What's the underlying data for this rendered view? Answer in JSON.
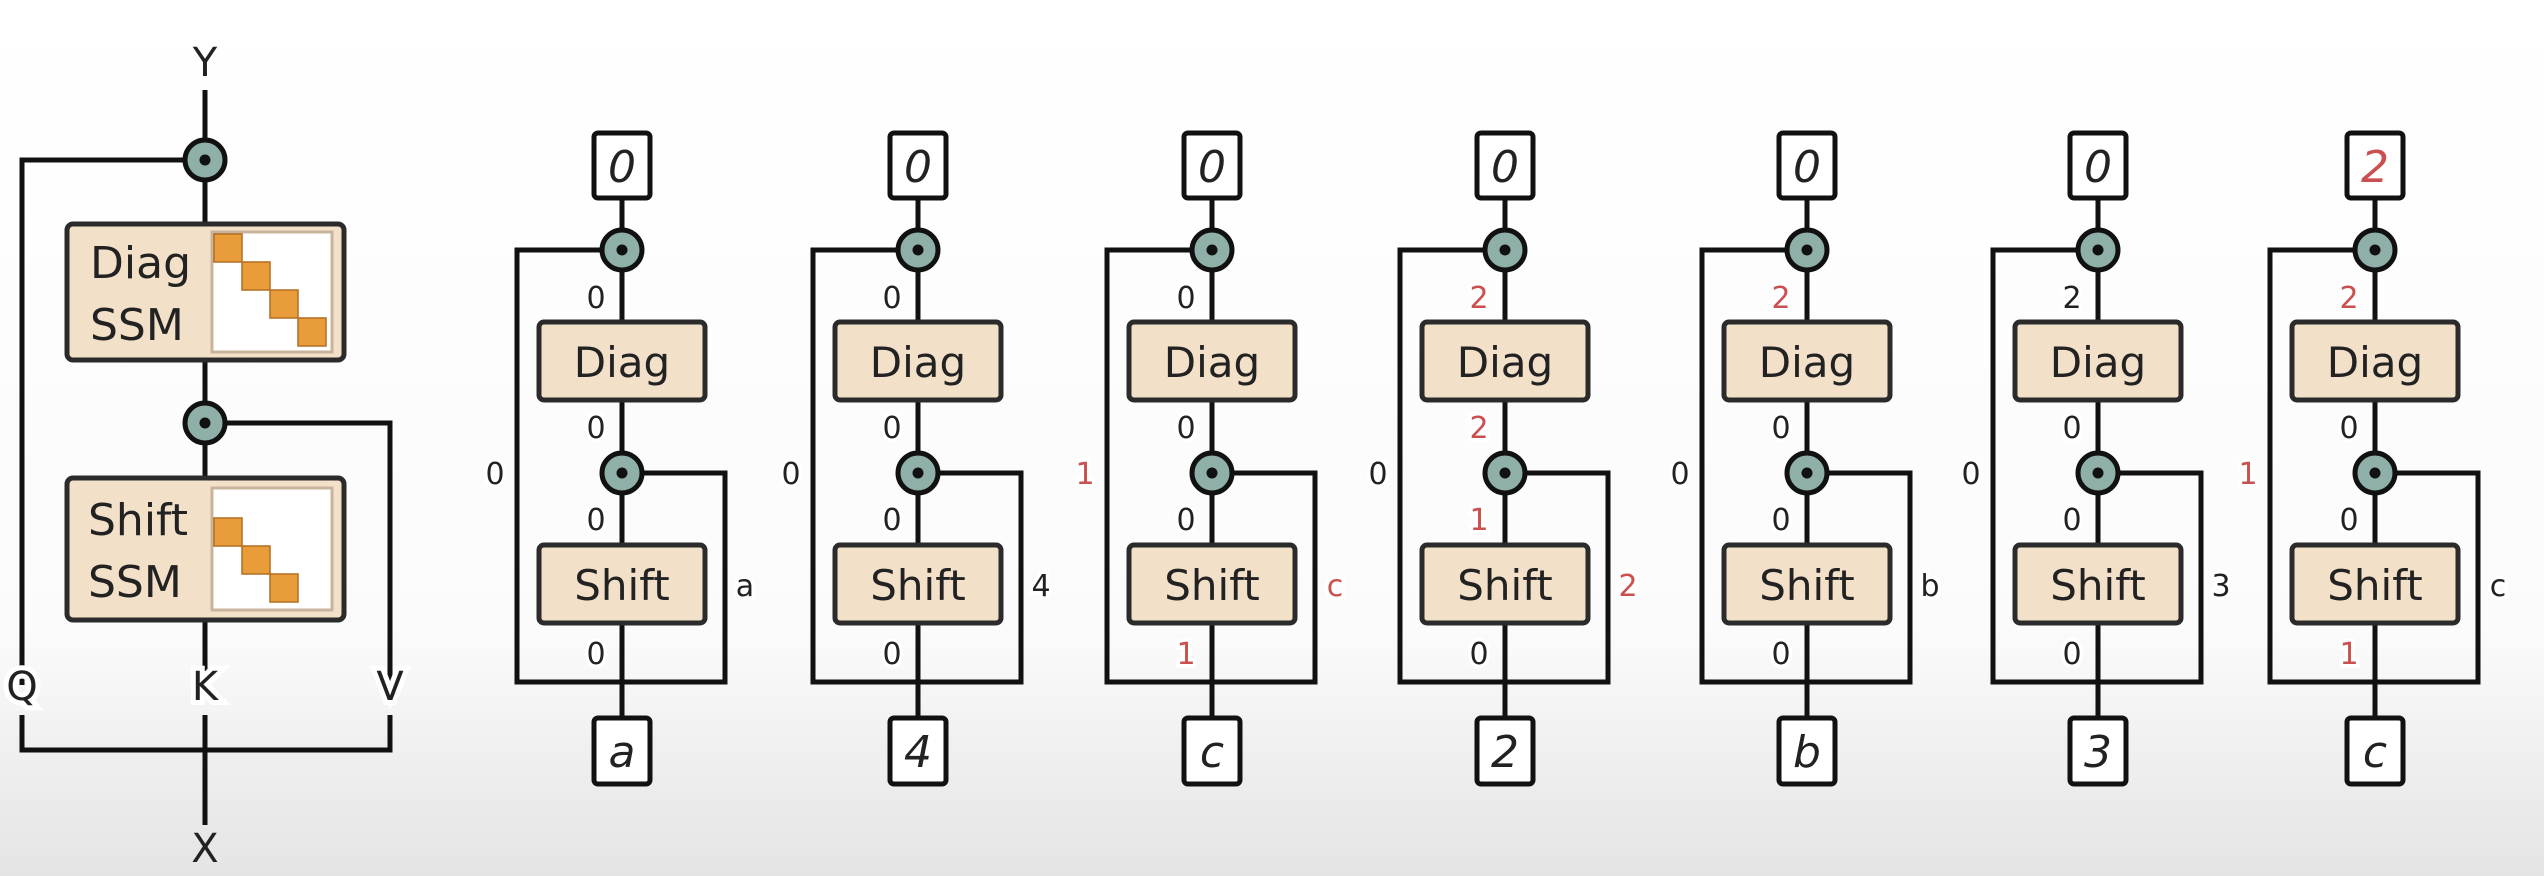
{
  "colors": {
    "line": "#111111",
    "box_fill": "#f3e0c9",
    "box_stroke": "#2b2b2b",
    "node_fill": "#8fb0a8",
    "accent": "#c9504f",
    "matrix_cell": "#e89d3a",
    "matrix_bg": "#ffffff",
    "text": "#222222"
  },
  "overview": {
    "output_label": "Y",
    "input_label": "X",
    "q_label": "Q",
    "k_label": "K",
    "v_label": "V",
    "diag_line1": "Diag",
    "diag_line2": "SSM",
    "shift_line1": "Shift",
    "shift_line2": "SSM"
  },
  "steps": [
    {
      "output": "0",
      "output_highlight": false,
      "input": "a",
      "q": "0",
      "q_highlight": false,
      "v": "a",
      "v_highlight": false,
      "diag_in": "0",
      "diag_in_highlight": false,
      "diag_out": "0",
      "diag_out_highlight": false,
      "shift_in": "0",
      "shift_in_highlight": false,
      "shift_out": "0",
      "shift_out_highlight": false,
      "diag_label": "Diag",
      "shift_label": "Shift"
    },
    {
      "output": "0",
      "output_highlight": false,
      "input": "4",
      "q": "0",
      "q_highlight": false,
      "v": "4",
      "v_highlight": false,
      "diag_in": "0",
      "diag_in_highlight": false,
      "diag_out": "0",
      "diag_out_highlight": false,
      "shift_in": "0",
      "shift_in_highlight": false,
      "shift_out": "0",
      "shift_out_highlight": false,
      "diag_label": "Diag",
      "shift_label": "Shift"
    },
    {
      "output": "0",
      "output_highlight": false,
      "input": "c",
      "q": "1",
      "q_highlight": true,
      "v": "c",
      "v_highlight": true,
      "diag_in": "0",
      "diag_in_highlight": false,
      "diag_out": "0",
      "diag_out_highlight": false,
      "shift_in": "0",
      "shift_in_highlight": false,
      "shift_out": "1",
      "shift_out_highlight": true,
      "diag_label": "Diag",
      "shift_label": "Shift"
    },
    {
      "output": "0",
      "output_highlight": false,
      "input": "2",
      "q": "0",
      "q_highlight": false,
      "v": "2",
      "v_highlight": true,
      "diag_in": "2",
      "diag_in_highlight": true,
      "diag_out": "2",
      "diag_out_highlight": true,
      "shift_in": "1",
      "shift_in_highlight": true,
      "shift_out": "0",
      "shift_out_highlight": false,
      "diag_label": "Diag",
      "shift_label": "Shift"
    },
    {
      "output": "0",
      "output_highlight": false,
      "input": "b",
      "q": "0",
      "q_highlight": false,
      "v": "b",
      "v_highlight": false,
      "diag_in": "2",
      "diag_in_highlight": true,
      "diag_out": "0",
      "diag_out_highlight": false,
      "shift_in": "0",
      "shift_in_highlight": false,
      "shift_out": "0",
      "shift_out_highlight": false,
      "diag_label": "Diag",
      "shift_label": "Shift"
    },
    {
      "output": "0",
      "output_highlight": false,
      "input": "3",
      "q": "0",
      "q_highlight": false,
      "v": "3",
      "v_highlight": false,
      "diag_in": "2",
      "diag_in_highlight": false,
      "diag_out": "0",
      "diag_out_highlight": false,
      "shift_in": "0",
      "shift_in_highlight": false,
      "shift_out": "0",
      "shift_out_highlight": false,
      "diag_label": "Diag",
      "shift_label": "Shift"
    },
    {
      "output": "2",
      "output_highlight": true,
      "input": "c",
      "q": "1",
      "q_highlight": true,
      "v": "c",
      "v_highlight": false,
      "diag_in": "2",
      "diag_in_highlight": true,
      "diag_out": "0",
      "diag_out_highlight": false,
      "shift_in": "0",
      "shift_in_highlight": false,
      "shift_out": "1",
      "shift_out_highlight": true,
      "diag_label": "Diag",
      "shift_label": "Shift"
    }
  ]
}
